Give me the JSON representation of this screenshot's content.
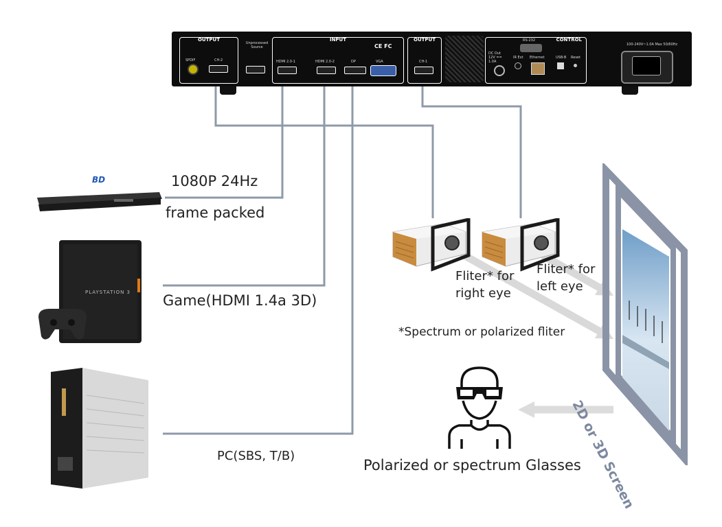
{
  "device": {
    "output_left_title": "OUTPUT",
    "unprocessed_label": "Unprocessed Source",
    "input_title": "INPUT",
    "cert_marks": "CE FC",
    "output_right_title": "OUTPUT",
    "control_title": "CONTROL",
    "rs232_label": "RS-232",
    "power_label": "100-240V~1.0A Max 50/60Hz",
    "port_labels": {
      "spdif": "SPDIF",
      "ch2": "CH-2",
      "hdmi_in_1": "HDMI 2.0-1",
      "hdmi_in_2": "HDMI 2.0-2",
      "dp": "DP",
      "vga": "VGA",
      "ch1": "CH-1",
      "dc_out": "DC Out 12V == 1.0A",
      "ir_ext": "IR Ext",
      "ethernet": "Ethernet",
      "usb_b": "USB-B",
      "reset": "Reset"
    }
  },
  "sources": {
    "bluray_line1": "1080P 24Hz",
    "bluray_line2": "frame packed",
    "game": "Game(HDMI 1.4a 3D)",
    "pc": "PC(SBS, T/B)"
  },
  "filters": {
    "right_line1": "Fliter* for",
    "right_line2": "right eye",
    "left_line1": "Fliter* for",
    "left_line2": "left eye",
    "note": "*Spectrum or polarized fliter"
  },
  "screen_label": "2D or 3D Screen",
  "glasses_label": "Polarized or spectrum Glasses",
  "colors": {
    "line": "#8e9aa8",
    "arrow": "#dcdcdc",
    "screen_frame": "#8a94a6"
  }
}
